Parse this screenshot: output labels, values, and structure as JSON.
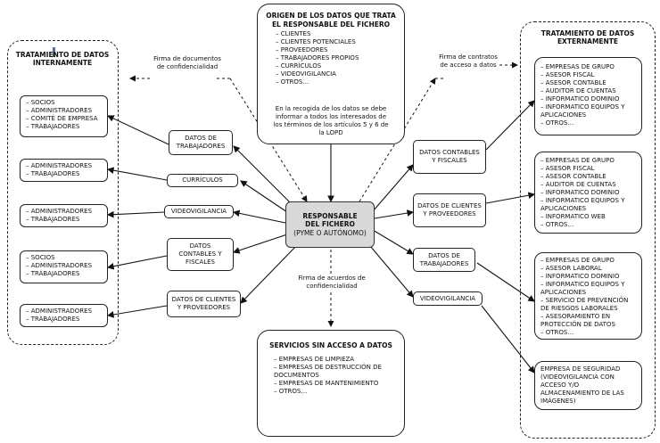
{
  "left_panel": {
    "title": "TRATAMIENTO DE DATOS INTERNAMENTE",
    "groups": [
      [
        "SOCIOS",
        "ADMINISTRADORES",
        "COMITÉ DE EMPRESA",
        "TRABAJADORES"
      ],
      [
        "ADMINISTRADORES",
        "TRABAJADORES"
      ],
      [
        "ADMINISTRADORES",
        "TRABAJADORES"
      ],
      [
        "SOCIOS",
        "ADMINISTRADORES",
        "TRABAJADORES"
      ],
      [
        "ADMINISTRADORES",
        "TRABAJADORES"
      ]
    ]
  },
  "left_labels": [
    "DATOS DE TRABAJADORES",
    "CURRÍCULOS",
    "VIDEOVIGILANCIA",
    "DATOS CONTABLES Y FISCALES",
    "DATOS DE CLIENTES Y PROVEEDORES"
  ],
  "left_note": "Firma de documentos de confidencialidad",
  "origin": {
    "title": "ORIGEN DE LOS DATOS QUE TRATA EL RESPONSABLE DEL FICHERO",
    "items": [
      "CLIENTES",
      "CLIENTES POTENCIALES",
      "PROVEEDORES",
      "TRABAJADORES PROPIOS",
      "CURRÍCULOS",
      "VIDEOVIGILANCIA",
      "OTROS…"
    ]
  },
  "origin_note": "En la recogida de los datos se debe informar a todos los interesados de los términos de los artículos 5 y 6 de la LOPD",
  "central": {
    "title": "RESPONSABLE DEL FICHERO",
    "subtitle": "(PYME O AUTÓNOMO)"
  },
  "bottom_note": "Firma de acuerdos de confidencialidad",
  "services": {
    "title": "SERVICIOS SIN ACCESO A DATOS",
    "items": [
      "EMPRESAS DE LIMPIEZA",
      "EMPRESAS DE DESTRUCCIÓN DE DOCUMENTOS",
      "EMPRESAS DE MANTENIMIENTO",
      "OTROS…"
    ]
  },
  "right_note": "Firma de contratos de acceso a datos",
  "right_labels": [
    "DATOS CONTABLES Y FISCALES",
    "DATOS DE CLIENTES Y PROVEEDORES",
    "DATOS DE TRABAJADORES",
    "VIDEOVIGILANCIA"
  ],
  "right_panel": {
    "title": "TRATAMIENTO DE DATOS EXTERNAMENTE",
    "groups": [
      [
        "EMPRESAS DE GRUPO",
        "ASESOR FISCAL",
        "ASESOR CONTABLE",
        "AUDITOR DE CUENTAS",
        "INFORMATICO DOMINIO",
        "INFORMATICO EQUIPOS Y APLICACIONES",
        "OTROS…"
      ],
      [
        "EMPRESAS DE GRUPO",
        "ASESOR FISCAL",
        "ASESOR CONTABLE",
        "AUDITOR DE CUENTAS",
        "INFORMATICO DOMINIO",
        "INFORMATICO EQUIPOS Y APLICACIONES",
        "INFORMATICO WEB",
        "OTROS…"
      ],
      [
        "EMPRESAS DE GRUPO",
        "ASESOR LABORAL",
        "INFORMATICO DOMINIO",
        "INFORMATICO EQUIPOS Y APLICACIONES",
        "SERVICIO DE PREVENCIÓN DE RIESGOS LABORALES",
        "ASESORAMIENTO EN PROTECCIÓN DE DATOS",
        "OTROS…"
      ],
      [
        "EMPRESA DE SEGURIDAD (VIDEOVIGILANCIA CON ACCESO Y/O ALMACENAMIENTO DE LAS IMÁGENES)"
      ]
    ]
  }
}
